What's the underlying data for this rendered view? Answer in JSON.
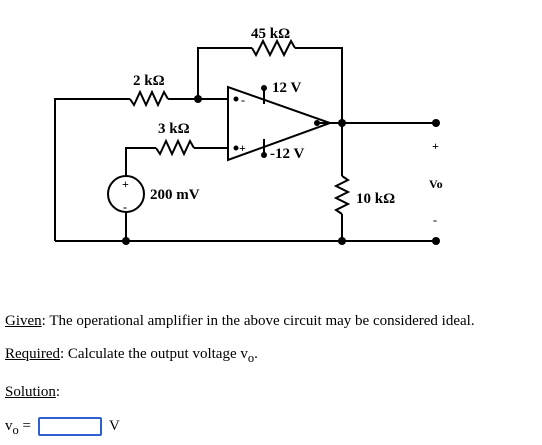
{
  "circuit": {
    "r_feedback": "45 kΩ",
    "r_input": "2 kΩ",
    "r_plus": "3 kΩ",
    "r_load": "10 kΩ",
    "supply_pos": "12 V",
    "supply_neg": "-12 V",
    "source": "200 mV",
    "minus_sign": "-",
    "plus_sign": "+",
    "vo_plus": "+",
    "vo_label": "Vo",
    "vo_minus": "-",
    "src_plus": "+",
    "src_minus": "-"
  },
  "text": {
    "given_word": "Given",
    "given_rest": ": The operational amplifier in the above circuit may be considered ideal.",
    "required_word": "Required",
    "required_rest": ": Calculate the output voltage v",
    "required_sub": "o",
    "required_end": ".",
    "solution": "Solution",
    "solution_colon": ":",
    "answer_label": "v",
    "answer_sub": "o",
    "answer_eq": " =",
    "answer_unit": "V"
  },
  "answer_input": {
    "value": "",
    "placeholder": ""
  }
}
